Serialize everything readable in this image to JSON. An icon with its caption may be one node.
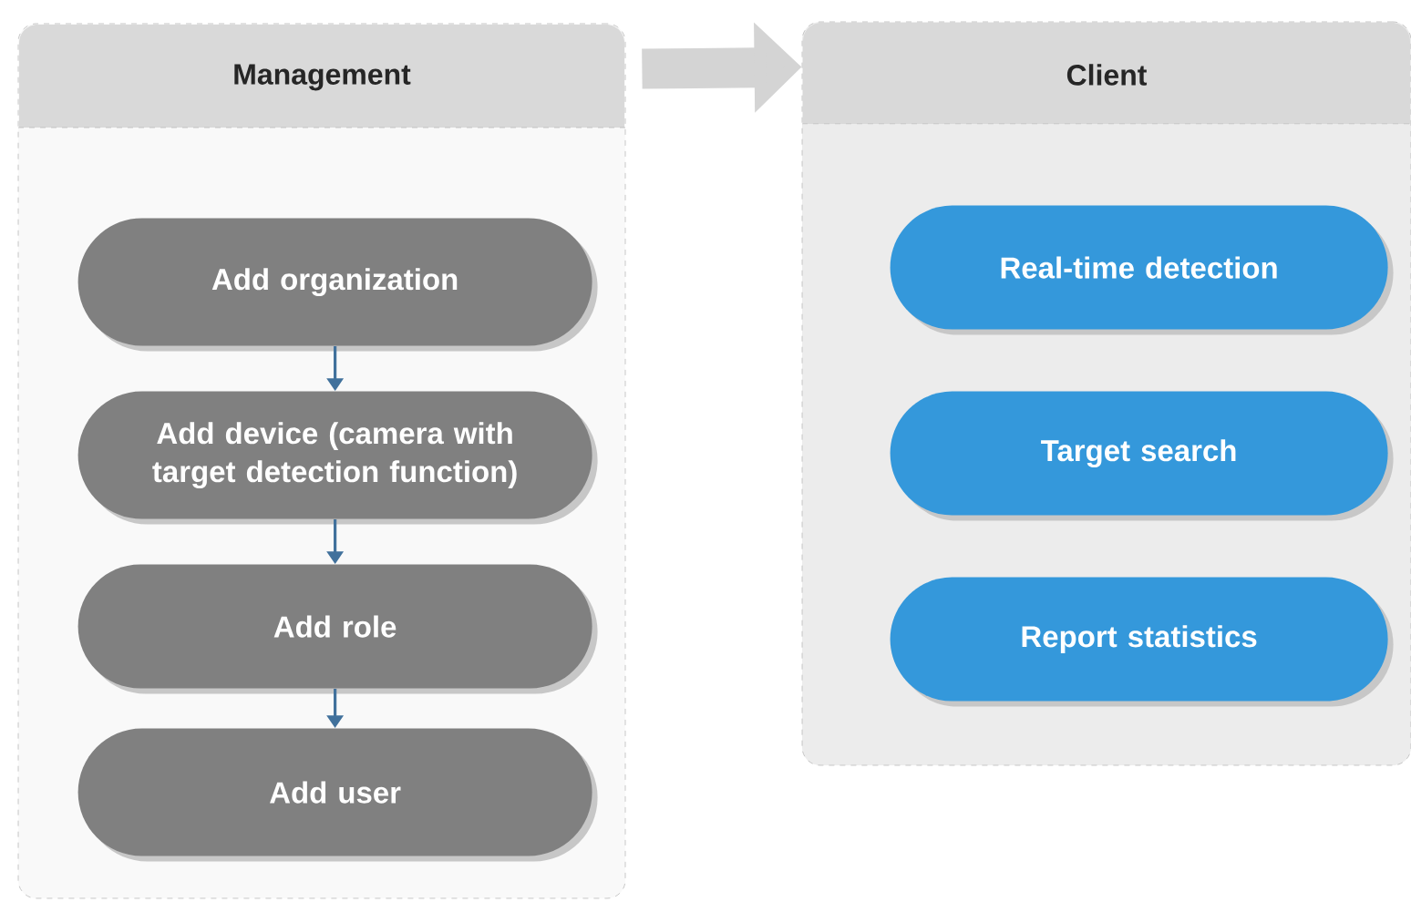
{
  "diagram": {
    "nodes": [
      {
        "text": [
          "Management"
        ]
      },
      {
        "text": [
          "Add organization"
        ],
        "in": 0
      },
      {
        "text": [
          "Add device (camera with target detection function)"
        ],
        "in": 0
      },
      {
        "text": [
          "Add role"
        ],
        "in": 0
      },
      {
        "text": [
          "Add user"
        ],
        "in": 0
      },
      {
        "text": [
          "Client"
        ]
      },
      {
        "text": [
          "Real-time detection"
        ],
        "in": 5
      },
      {
        "text": [
          "Target search"
        ],
        "in": 5
      },
      {
        "text": [
          "Report statistics"
        ],
        "in": 5
      }
    ],
    "edges": [
      {
        "from": 0,
        "to": 5,
        "arrow": "to",
        "style": "thick",
        "color": "#d4d4d4"
      },
      {
        "from": 1,
        "to": 2,
        "arrow": "to"
      },
      {
        "from": 2,
        "to": 3,
        "arrow": "to"
      },
      {
        "from": 3,
        "to": 4,
        "arrow": "to"
      }
    ]
  }
}
